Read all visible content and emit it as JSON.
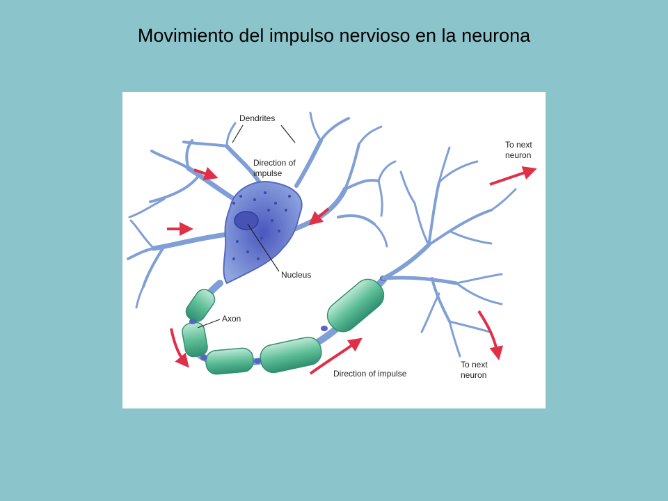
{
  "slide": {
    "title": "Movimiento del impulso nervioso en la neurona"
  },
  "diagram": {
    "labels": {
      "dendrites": "Dendrites",
      "direction_of_impulse_top_line1": "Direction of",
      "direction_of_impulse_top_line2": "impulse",
      "nucleus": "Nucleus",
      "axon": "Axon",
      "direction_of_impulse_bottom": "Direction of impulse",
      "to_next_neuron_top_line1": "To next",
      "to_next_neuron_top_line2": "neuron",
      "to_next_neuron_bottom_line1": "To next",
      "to_next_neuron_bottom_line2": "neuron"
    },
    "colors": {
      "background": "#8cc4cc",
      "panel": "#ffffff",
      "neuron_blue": "#7f9fd6",
      "cell_body": "#5f6fc9",
      "myelin_green": "#5fbf98",
      "arrow_red": "#e03048"
    }
  }
}
